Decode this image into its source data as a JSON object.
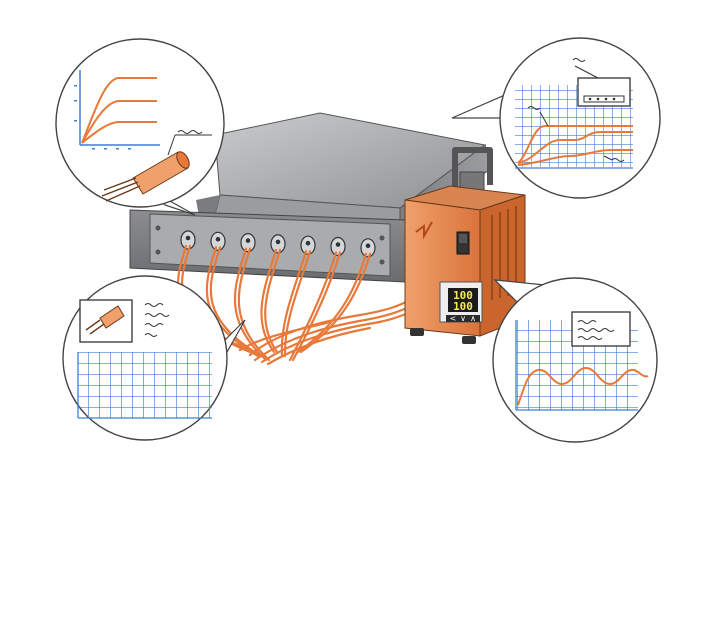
{
  "illustration": {
    "controller": {
      "display_top": "100",
      "display_bottom": "100",
      "button_glyphs": [
        "<",
        "∨",
        "∧"
      ]
    },
    "callouts": {
      "top_left": {
        "kind": "warm-up curves + heating cable"
      },
      "top_right": {
        "kind": "stepped temperature curves + controller"
      },
      "bottom_left": {
        "kind": "cable end + empty grid"
      },
      "bottom_right": {
        "kind": "oscillating temperature curve + note"
      }
    },
    "outlet_count": 7,
    "colors": {
      "accent_orange": "#e8793a",
      "grid_blue": "#3f7fd6",
      "steel_dark": "#6d6f72",
      "steel_light": "#b9bbbd",
      "panel_grey": "#8f9295"
    }
  }
}
